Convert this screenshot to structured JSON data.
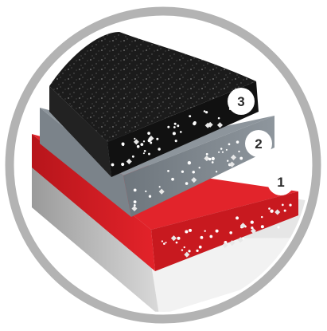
{
  "layers": [
    {
      "label": "1",
      "color": "#e2242b",
      "name": "red-base-coat"
    },
    {
      "label": "2",
      "color": "#8d959c",
      "name": "grey-intermediate-coat"
    },
    {
      "label": "3",
      "color": "#1b1b1b",
      "name": "black-granite-top-coat"
    }
  ],
  "colors": {
    "ring": "#b3b3b3",
    "substrate": "#e6e6e6",
    "badge": "#ffffff"
  }
}
